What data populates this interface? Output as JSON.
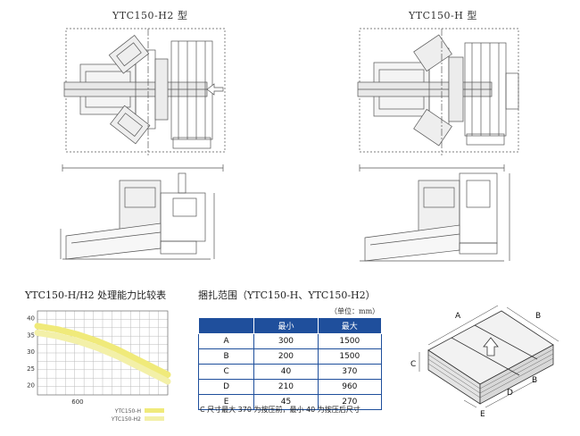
{
  "titles": {
    "left": "YTC150-H2 型",
    "right": "YTC150-H 型"
  },
  "chart_caption": "YTC150-H/H2 处理能力比较表",
  "chart_data": {
    "type": "line",
    "title": "YTC150-H/H2 处理能力比较表",
    "ylabel": "",
    "xlabel": "",
    "y_ticks": [
      "40",
      "35",
      "30",
      "25",
      "20"
    ],
    "x_ticks": [
      "600"
    ],
    "ylim": [
      17,
      42
    ],
    "xlim": [
      200,
      1500
    ],
    "grid": true,
    "legend_position": "bottom-right",
    "series": [
      {
        "name": "YTC150-H",
        "color": "#f0ea7a",
        "x": [
          200,
          400,
          600,
          800,
          1000,
          1200,
          1400,
          1500
        ],
        "y": [
          37.5,
          36.5,
          35,
          33,
          30.5,
          27.5,
          24.5,
          23
        ]
      },
      {
        "name": "YTC150-H2",
        "color": "#f3f0a8",
        "x": [
          200,
          400,
          600,
          800,
          1000,
          1200,
          1400,
          1500
        ],
        "y": [
          35.5,
          34.5,
          33,
          31,
          28.5,
          25.5,
          22.5,
          21
        ]
      }
    ]
  },
  "table": {
    "caption": "捆扎范围（YTC150-H、YTC150-H2）",
    "unit": "（单位：mm）",
    "headers": [
      "最小",
      "最大"
    ],
    "rows": [
      {
        "label": "A",
        "min": "300",
        "max": "1500"
      },
      {
        "label": "B",
        "min": "200",
        "max": "1500"
      },
      {
        "label": "C",
        "min": "40",
        "max": "370"
      },
      {
        "label": "D",
        "min": "210",
        "max": "960"
      },
      {
        "label": "E",
        "min": "45",
        "max": "270"
      }
    ],
    "note": "C 尺寸最大 370 为按压前，最小 40 为按压后尺寸"
  },
  "bundle_labels": {
    "a": "A",
    "b": "B",
    "c": "C",
    "d": "D",
    "e": "E"
  },
  "colors": {
    "table_header": "#1f4f9c",
    "line_art": "#555555"
  }
}
